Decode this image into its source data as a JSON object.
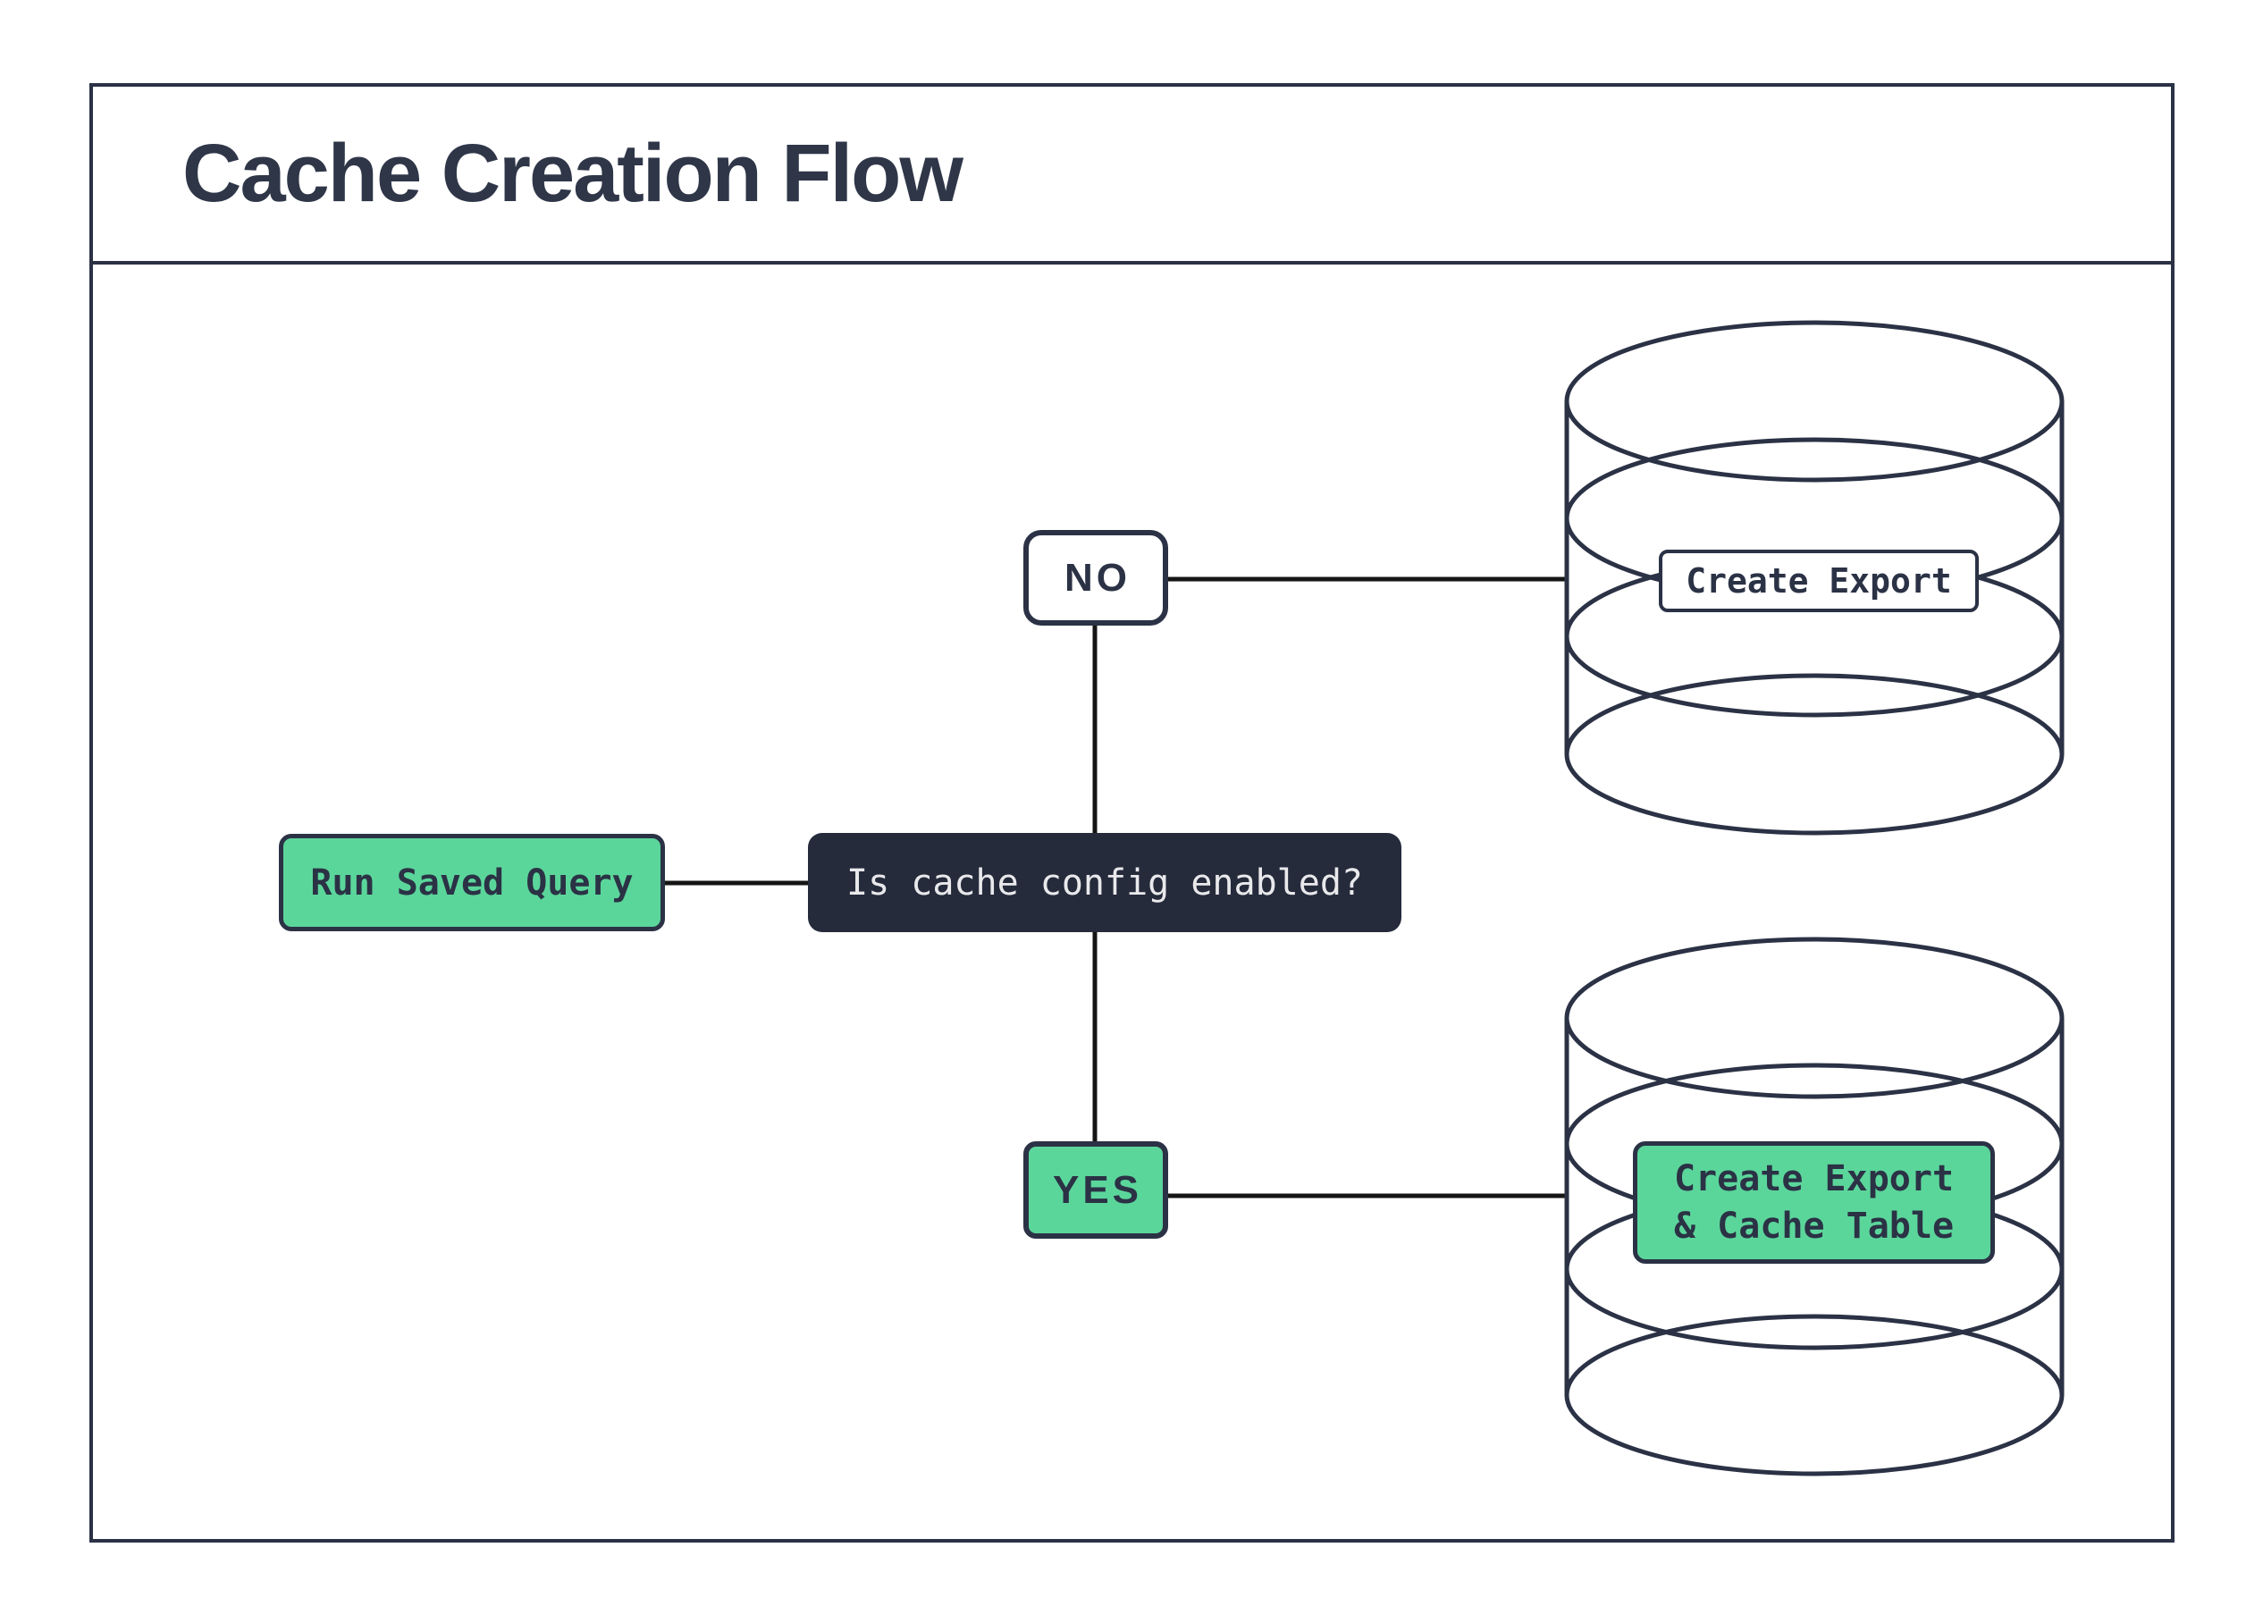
{
  "title": "Cache Creation Flow",
  "nodes": {
    "run_saved_query": "Run Saved Query",
    "decision": "Is cache config enabled?",
    "branch_no": "NO",
    "branch_yes": "YES",
    "create_export": "Create Export",
    "create_export_cache_line1": "Create Export",
    "create_export_cache_line2": "& Cache Table"
  },
  "icons": {
    "database_top": "database-cylinder",
    "database_bottom": "database-cylinder"
  },
  "colors": {
    "accent_green": "#5bd69b",
    "navy": "#2b3245",
    "dark_fill": "#252b3b",
    "line": "#151515",
    "decision_text": "#e9e9ec",
    "title_color": "#2f3648"
  }
}
